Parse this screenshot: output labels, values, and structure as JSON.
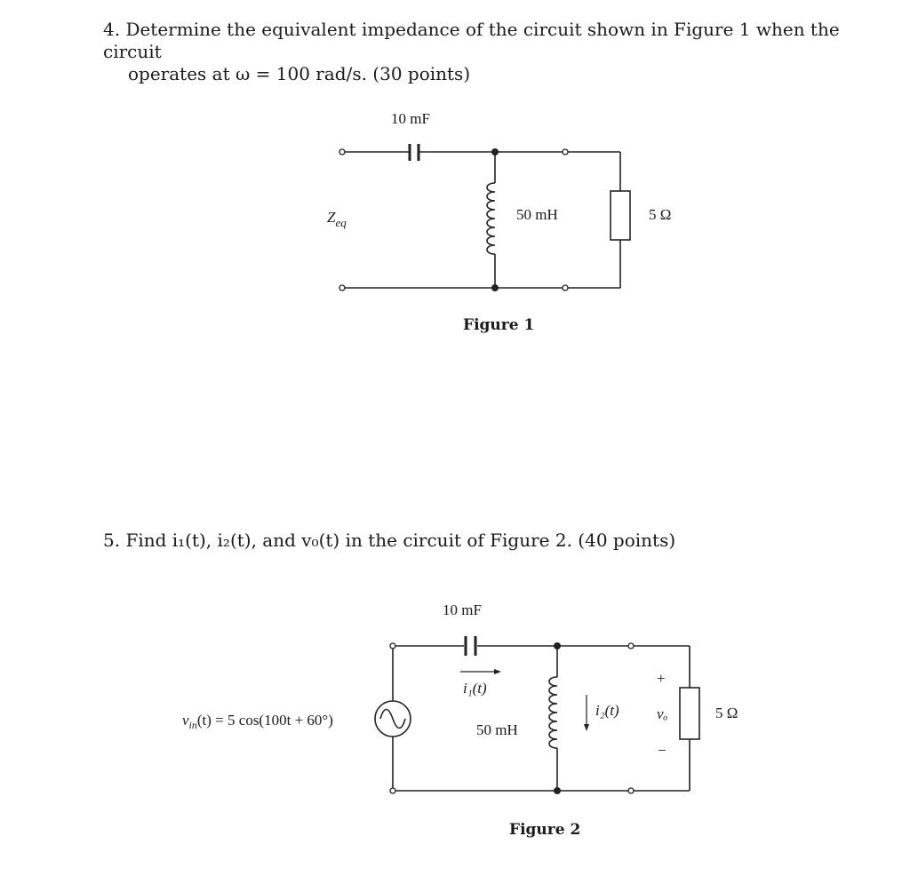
{
  "problem4": {
    "line1": "4. Determine the equivalent impedance of the circuit shown in Figure 1 when the circuit",
    "line2": "operates at ω = 100 rad/s. (30 points)"
  },
  "figure1": {
    "capacitor_label": "10 mF",
    "inductor_label": "50 mH",
    "resistor_label": "5 Ω",
    "zeq_label": "Z",
    "zeq_sub": "eq",
    "caption": "Figure 1"
  },
  "problem5": {
    "text": "5. Find i₁(t), i₂(t), and v₀(t) in the circuit of Figure 2. (40 points)"
  },
  "figure2": {
    "capacitor_label": "10 mF",
    "inductor_label": "50 mH",
    "resistor_label": "5 Ω",
    "i1_label": "i₁(t)",
    "i2_label": "i₂(t)",
    "vo_label": "vₒ",
    "plus": "+",
    "minus": "−",
    "source_label": "v",
    "source_sub": "in",
    "source_expr": "(t) = 5 cos(100t + 60°)",
    "caption": "Figure 2"
  }
}
